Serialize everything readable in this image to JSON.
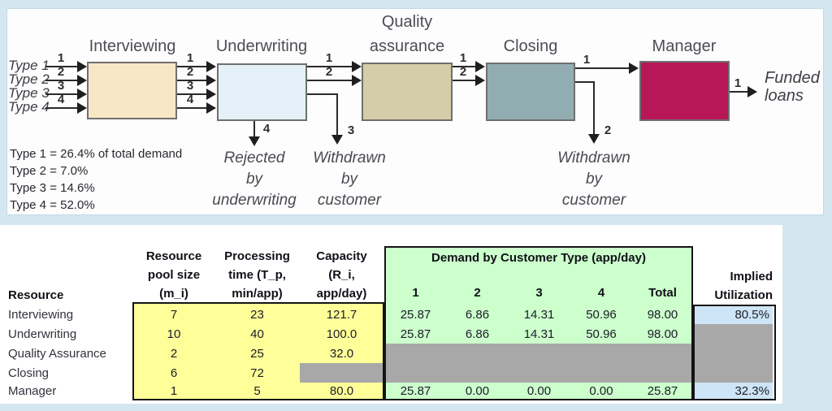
{
  "diagram": {
    "stages": [
      {
        "label": "Interviewing",
        "color": "#f8e7c4"
      },
      {
        "label": "Underwriting",
        "color": "#e4f1f8"
      },
      {
        "label": "Quality assurance",
        "color": "#d5cda9"
      },
      {
        "label": "Closing",
        "color": "#91adb1"
      },
      {
        "label": "Manager",
        "color": "#b71757"
      }
    ],
    "inputs": [
      {
        "label": "Type 1",
        "flow": "1"
      },
      {
        "label": "Type 2",
        "flow": "2"
      },
      {
        "label": "Type 3",
        "flow": "3"
      },
      {
        "label": "Type 4",
        "flow": "4"
      }
    ],
    "flow_labels": {
      "i2u": [
        "1",
        "2",
        "3",
        "4"
      ],
      "u2q": [
        "1",
        "2"
      ],
      "q2c": [
        "1",
        "2"
      ],
      "c2m": "1",
      "m_out": "1",
      "rej": "4",
      "wd_u": "3",
      "wd_c": "2"
    },
    "legend": [
      "Type 1 = 26.4% of total demand",
      "Type 2 = 7.0%",
      "Type 3 = 14.6%",
      "Type 4 = 52.0%"
    ],
    "captions": {
      "rejected": [
        "Rejected",
        "by",
        "underwriting"
      ],
      "withdrawn_underwriting": [
        "Withdrawn",
        "by",
        "customer"
      ],
      "withdrawn_closing": [
        "Withdrawn",
        "by",
        "customer"
      ],
      "funded": [
        "Funded",
        "loans"
      ]
    }
  },
  "table": {
    "corner_header": "Resource",
    "col_headers": {
      "pool": [
        "Resource",
        "pool size",
        "(m_i)"
      ],
      "processing": [
        "Processing",
        "time (T_p,",
        "min/app)"
      ],
      "capacity": [
        "Capacity",
        "(R_i,",
        "app/day)"
      ],
      "demand_group": "Demand by Customer Type (app/day)",
      "demand_cols": [
        "1",
        "2",
        "3",
        "4",
        "Total"
      ],
      "utilization": [
        "Implied",
        "Utilization"
      ]
    },
    "rows": [
      {
        "resource": "Interviewing",
        "pool": "7",
        "time": "23",
        "capacity": "121.7",
        "d1": "25.87",
        "d2": "6.86",
        "d3": "14.31",
        "d4": "50.96",
        "total": "98.00",
        "util": "80.5%"
      },
      {
        "resource": "Underwriting",
        "pool": "10",
        "time": "40",
        "capacity": "100.0",
        "d1": "25.87",
        "d2": "6.86",
        "d3": "14.31",
        "d4": "50.96",
        "total": "98.00"
      },
      {
        "resource": "Quality Assurance",
        "pool": "2",
        "time": "25",
        "capacity": "32.0"
      },
      {
        "resource": "Closing",
        "pool": "6",
        "time": "72"
      },
      {
        "resource": "Manager",
        "pool": "1",
        "time": "5",
        "capacity": "80.0",
        "d1": "25.87",
        "d2": "0.00",
        "d3": "0.00",
        "d4": "0.00",
        "total": "25.87",
        "util": "32.3%"
      }
    ]
  },
  "colors": {
    "page_bg": "#d4e6ef",
    "panel_bg": "#fdfdfe",
    "interviewing_box": "#f8e7c4",
    "underwriting_box": "#e4f1f8",
    "quality_assurance_box": "#d5cda9",
    "closing_box": "#91adb1",
    "manager_box": "#b71757",
    "table_yellow": "#ffff99",
    "table_green": "#ccffcc",
    "table_gray": "#a8a8a8",
    "table_blue": "#cde5f6"
  }
}
